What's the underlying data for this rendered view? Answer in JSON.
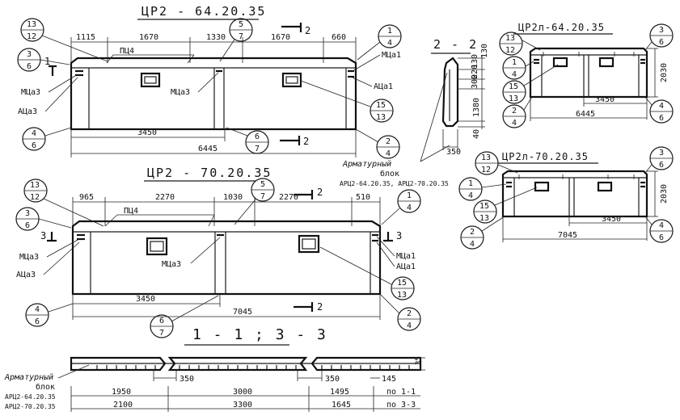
{
  "titles": {
    "top_left": "ЦР2 - 64.20.35",
    "mid_left": "ЦР2 - 70.20.35",
    "top_right": "ЦР2л-64.20.35",
    "mid_right": "ЦР2л-70.20.35",
    "section_22": "2 - 2",
    "section_13": "1 - 1 ; 3 - 3"
  },
  "labels": {
    "pts": "ПЦ4",
    "mcha3": "МЦа3",
    "atsa3": "АЦа3",
    "mcha1": "МЦа1",
    "atsa1": "АЦа1",
    "armatur_title": "Арматурный",
    "armatur_blok": "блок",
    "armatur_codes": "АРЦ2-64.20.35, АРЦ2-70.20.35",
    "armatur_code1": "АРЦ2-64.20.35",
    "armatur_code2": "АРЦ2-70.20.35",
    "po11": "по 1-1",
    "po33": "по 3-3"
  },
  "cuts": {
    "one": "1",
    "two": "2",
    "three": "3"
  },
  "bubbles": {
    "b13_12": [
      "13",
      "12"
    ],
    "b5_7": [
      "5",
      "7"
    ],
    "b1_4": [
      "1",
      "4"
    ],
    "b3_6": [
      "3",
      "6"
    ],
    "b4_6": [
      "4",
      "6"
    ],
    "b6_7": [
      "6",
      "7"
    ],
    "b2_4": [
      "2",
      "4"
    ],
    "b15_13": [
      "15",
      "13"
    ]
  },
  "dims": {
    "p1_top": [
      "1115",
      "1670",
      "1330",
      "1670",
      "660"
    ],
    "p1_bot1": "3450",
    "p1_bot2": "6445",
    "p2_top": [
      "965",
      "2270",
      "1030",
      "2270",
      "510"
    ],
    "p2_bot1": "3450",
    "p2_bot2": "7045",
    "r1_bot1": "3450",
    "r1_bot2": "6445",
    "r1_side": "2030",
    "r2_bot1": "3450",
    "r2_bot2": "7045",
    "r2_side": "2030",
    "sec22_top": [
      "130",
      "130",
      "220",
      "300"
    ],
    "sec22_1380": "1380",
    "sec22_40": "40",
    "sec22_350": "350",
    "s13_350a": "350",
    "s13_350b": "350",
    "s13_145": "145",
    "s13_35": "35",
    "s13_row1": [
      "1950",
      "3000",
      "1495"
    ],
    "s13_row2": [
      "2100",
      "3300",
      "1645"
    ]
  }
}
